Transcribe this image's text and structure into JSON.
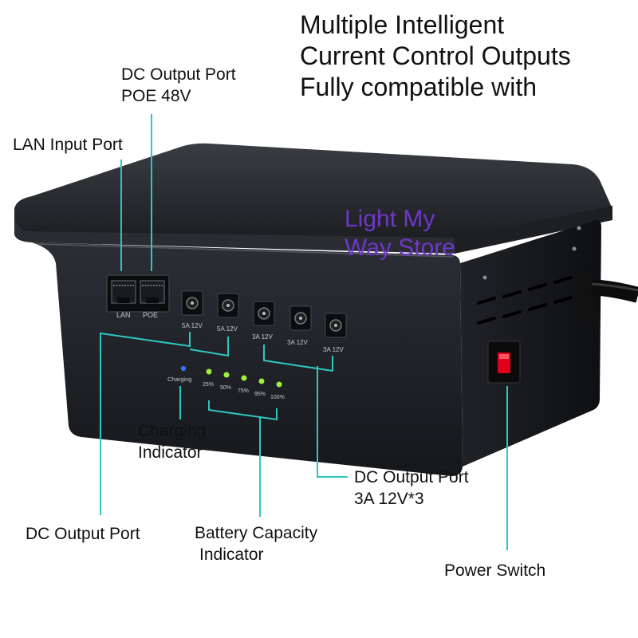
{
  "headline": {
    "line1": "Multiple Intelligent",
    "line2": "Current Control Outputs",
    "line3": "Fully compatible with"
  },
  "watermark": {
    "line1": "Light My",
    "line2": "Way Store",
    "color": "#6f37c9"
  },
  "callouts": {
    "dc_poe": {
      "line1": "DC Output Port",
      "line2": "POE 48V"
    },
    "lan_input": "LAN Input Port",
    "charging": {
      "line1": "Charging",
      "line2": "Indicator"
    },
    "dc_3a": {
      "line1": "DC Output Port",
      "line2": "3A 12V*3"
    },
    "dc_output": "DC Output Port",
    "battery": {
      "line1": "Battery Capacity",
      "line2": "Indicator"
    },
    "power_switch": "Power Switch"
  },
  "device": {
    "port_labels": {
      "lan": "LAN",
      "poe": "POE"
    },
    "dc_jacks": [
      "5A 12V",
      "5A 12V",
      "3A 12V",
      "3A 12V",
      "3A 12V"
    ],
    "charging_label": "Charging",
    "battery_levels": [
      "25%",
      "50%",
      "75%",
      "95%",
      "100%"
    ]
  },
  "colors": {
    "leader_line": "#2ec7c0",
    "indicator_led": "#9cf23a",
    "charging_led": "#3a6cff",
    "switch": "#e0001b",
    "housing": "#23262c"
  }
}
